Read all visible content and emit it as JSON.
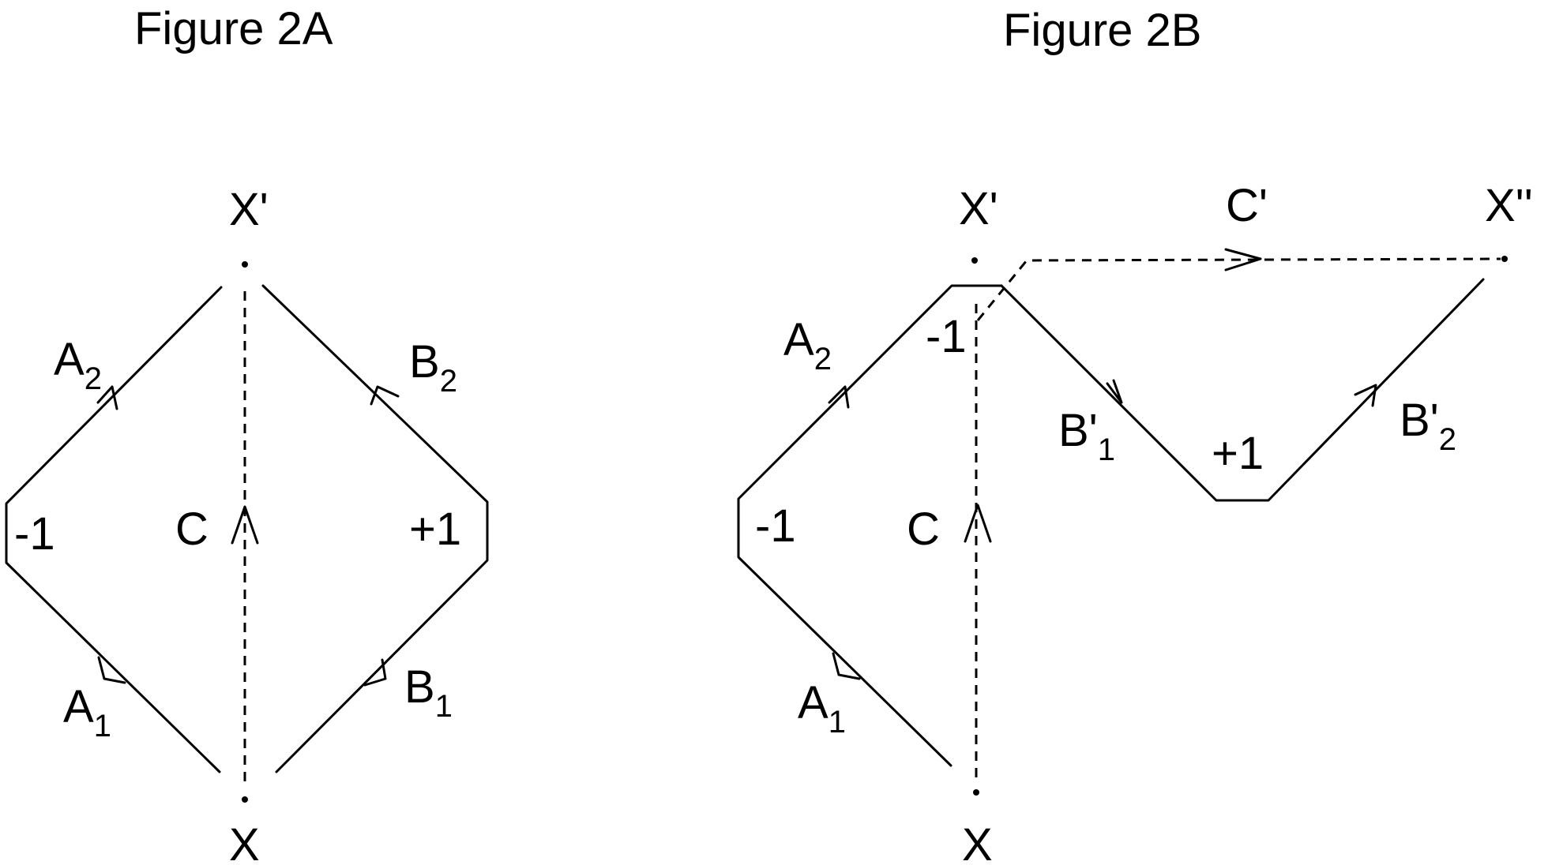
{
  "fig_a": {
    "title": "Figure 2A",
    "node_top": "X'",
    "node_bottom": "X",
    "left_upper": {
      "main": "A",
      "sub": "2"
    },
    "left_lower": {
      "main": "A",
      "sub": "1"
    },
    "right_upper": {
      "main": "B",
      "sub": "2"
    },
    "right_lower": {
      "main": "B",
      "sub": "1"
    },
    "middle": "C",
    "left_weight": "-1",
    "right_weight": "+1"
  },
  "fig_b": {
    "title": "Figure 2B",
    "node_top": "X'",
    "node_bottom": "X",
    "node_far": "X''",
    "left_upper": {
      "main": "A",
      "sub": "2"
    },
    "left_lower": {
      "main": "A",
      "sub": "1"
    },
    "right_lower": {
      "main": "B'",
      "sub": "1"
    },
    "right_upper": {
      "main": "B'",
      "sub": "2"
    },
    "middle": "C",
    "top_path": "C'",
    "left_weight": "-1",
    "top_weight": "-1",
    "valley_weight": "+1"
  }
}
